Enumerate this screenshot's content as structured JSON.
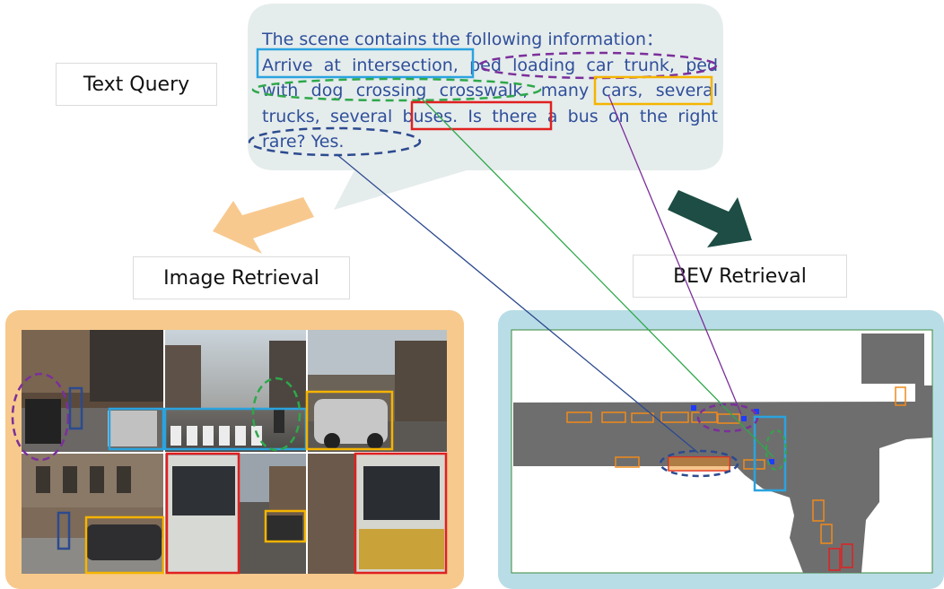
{
  "labels": {
    "text_query": "Text Query",
    "image_retrieval": "Image Retrieval",
    "bev_retrieval": "BEV Retrieval"
  },
  "query": {
    "line1": "The scene contains the following information：",
    "seg_arrive": "Arrive at intersection",
    "sep1": ", ",
    "seg_ped_loading": "ped loading car trunk",
    "sep2": ",",
    "seg_ped_dog": "ped with dog crossing crosswalk",
    "sep3": ", ",
    "seg_many_cars": "many cars",
    "sep4": ",",
    "seg_several_trucks": "several trucks, ",
    "seg_several_buses": "several buses",
    "seg_question": ". Is there a bus",
    "seg_right_rare": "on the right rare",
    "seg_answer": "? Yes."
  },
  "colors": {
    "bubble": "#e5ecec",
    "query_text": "#2f4f9a",
    "image_panel": "#f7c98c",
    "bev_panel": "#b9dde6",
    "arrow_left": "#f8c98f",
    "arrow_right": "#1d4d44",
    "intersection_box": "#2aa3df",
    "ped_loading": "#7b2f9b",
    "ped_dog": "#2ea84a",
    "many_cars": "#f5b400",
    "buses": "#e02020",
    "right_rare": "#2c4a8f",
    "bev_road": "#6e6e6e",
    "bev_vehicle": "#f08a1a"
  },
  "icons": [
    "arrow-down-left-icon",
    "arrow-down-right-icon"
  ]
}
